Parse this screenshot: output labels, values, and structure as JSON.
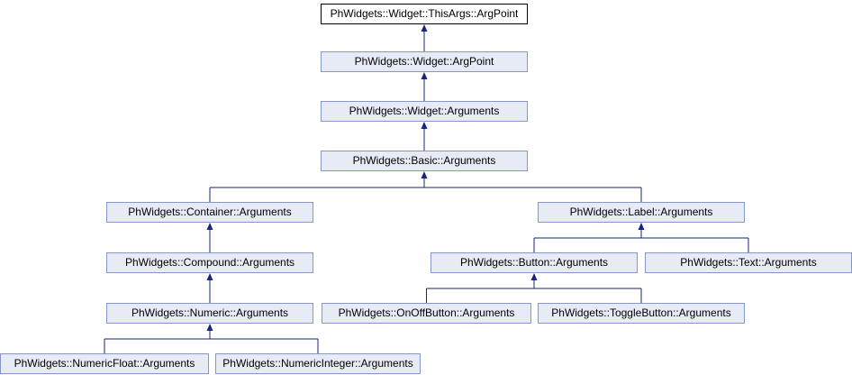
{
  "diagram": {
    "nodes": [
      {
        "id": "thisargs",
        "label": "PhWidgets::Widget::ThisArgs::ArgPoint",
        "root": true
      },
      {
        "id": "argpoint",
        "label": "PhWidgets::Widget::ArgPoint"
      },
      {
        "id": "widget",
        "label": "PhWidgets::Widget::Arguments"
      },
      {
        "id": "basic",
        "label": "PhWidgets::Basic::Arguments"
      },
      {
        "id": "container",
        "label": "PhWidgets::Container::Arguments"
      },
      {
        "id": "label",
        "label": "PhWidgets::Label::Arguments"
      },
      {
        "id": "compound",
        "label": "PhWidgets::Compound::Arguments"
      },
      {
        "id": "button",
        "label": "PhWidgets::Button::Arguments"
      },
      {
        "id": "text",
        "label": "PhWidgets::Text::Arguments"
      },
      {
        "id": "numeric",
        "label": "PhWidgets::Numeric::Arguments"
      },
      {
        "id": "onoff",
        "label": "PhWidgets::OnOffButton::Arguments"
      },
      {
        "id": "toggle",
        "label": "PhWidgets::ToggleButton::Arguments"
      },
      {
        "id": "numfloat",
        "label": "PhWidgets::NumericFloat::Arguments"
      },
      {
        "id": "numint",
        "label": "PhWidgets::NumericInteger::Arguments"
      }
    ],
    "edges": [
      {
        "from": "argpoint",
        "to": "thisargs"
      },
      {
        "from": "widget",
        "to": "argpoint"
      },
      {
        "from": "basic",
        "to": "widget"
      },
      {
        "from": "container",
        "to": "basic"
      },
      {
        "from": "label",
        "to": "basic"
      },
      {
        "from": "compound",
        "to": "container"
      },
      {
        "from": "button",
        "to": "label"
      },
      {
        "from": "text",
        "to": "label"
      },
      {
        "from": "numeric",
        "to": "compound"
      },
      {
        "from": "onoff",
        "to": "button"
      },
      {
        "from": "toggle",
        "to": "button"
      },
      {
        "from": "numfloat",
        "to": "numeric"
      },
      {
        "from": "numint",
        "to": "numeric"
      }
    ],
    "colors": {
      "node_fill": "#e7ebf5",
      "node_border": "#8696c8",
      "edge": "#1a237e",
      "root_border": "#000000"
    }
  }
}
